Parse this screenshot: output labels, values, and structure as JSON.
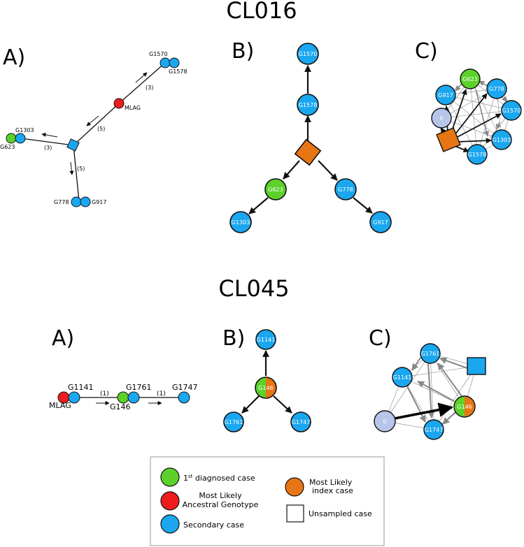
{
  "colors": {
    "blue": "#1aa7f0",
    "green": "#5bd12a",
    "red": "#ee1c1c",
    "orange": "#e87514",
    "lavender": "#b7c6e8",
    "stroke": "#111111"
  },
  "cl016": {
    "title": "CL016",
    "panel_a": {
      "label": "A)",
      "nodes": [
        "G1570",
        "G1578",
        "MLAG",
        "G1303",
        "G623",
        "G778",
        "G917"
      ],
      "edges": [
        "(3)",
        "(5)",
        "(3)",
        "(5)"
      ]
    },
    "panel_b": {
      "label": "B)",
      "nodes": [
        "G1570",
        "G1578",
        "G623",
        "G778",
        "G1303",
        "G917"
      ]
    },
    "panel_c": {
      "label": "C)",
      "nodes": [
        "G623",
        "G917",
        "0",
        "G778",
        "G1570",
        "G1303",
        "G1578"
      ]
    }
  },
  "cl045": {
    "title": "CL045",
    "panel_a": {
      "label": "A)",
      "nodes": [
        "G1141",
        "MLAG",
        "G1761",
        "G146",
        "G1747"
      ],
      "edges": [
        "(1)",
        "(1)"
      ]
    },
    "panel_b": {
      "label": "B)",
      "nodes": [
        "G1141",
        "G146",
        "G1761",
        "G1747"
      ]
    },
    "panel_c": {
      "label": "C)",
      "nodes": [
        "G1761",
        "G1141",
        "G146",
        "0",
        "G1747"
      ]
    }
  },
  "legend": {
    "first_diagnosed_prefix": "1",
    "first_diagnosed_sup": "st",
    "first_diagnosed_suffix": " diagnosed case",
    "mlag_line1": "Most Likely",
    "mlag_line2": "Ancestral Genotype",
    "secondary": "Secondary case",
    "index_line1": "Most Likely",
    "index_line2": "index case",
    "unsampled": "Unsampled case"
  }
}
